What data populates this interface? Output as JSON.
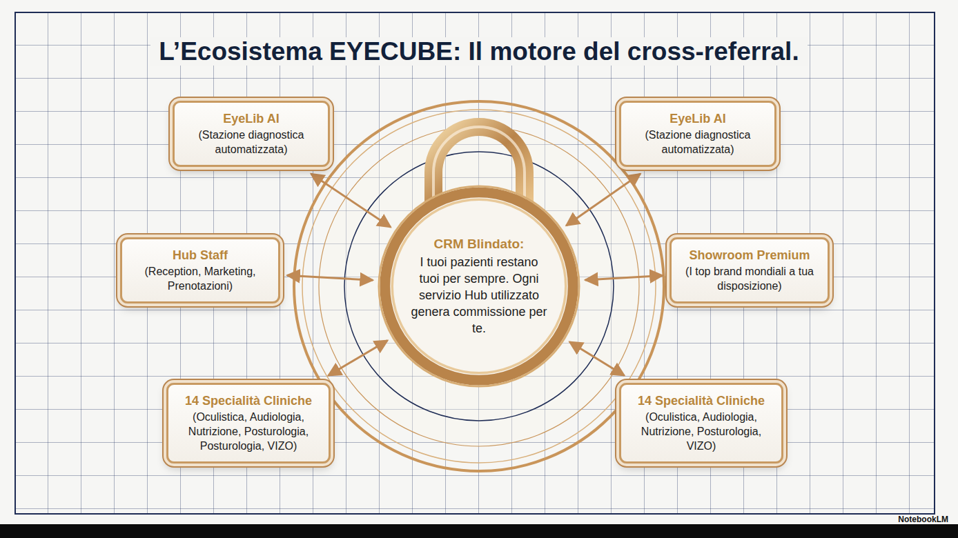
{
  "diagram": {
    "title": "L’Ecosistema EYECUBE: Il motore del cross-referral.",
    "nodes": [
      {
        "text": [
          "EyeLib AI",
          "(Stazione diagnostica automatizzata)"
        ]
      },
      {
        "text": [
          "EyeLib AI",
          "(Stazione diagnostica automatizzata)"
        ]
      },
      {
        "text": [
          "Hub Staff",
          "(Reception, Marketing, Prenotazioni)"
        ]
      },
      {
        "text": [
          "CRM Blindato:",
          "I tuoi pazienti restano tuoi per sempre. Ogni servizio Hub utilizzato genera commissione per te."
        ]
      },
      {
        "text": [
          "Showroom Premium",
          "(I top brand mondiali a tua disposizione)"
        ]
      },
      {
        "text": [
          "14 Specialità Cliniche",
          "(Oculistica, Audiologia, Nutrizione, Posturologia, Posturologia, VIZO)"
        ]
      },
      {
        "text": [
          "14 Specialità Cliniche",
          "(Oculistica, Audiologia, Nutrizione, Posturologia, VIZO)"
        ]
      }
    ],
    "edges": [
      {
        "from": 3,
        "to": 0,
        "arrow": "both"
      },
      {
        "from": 3,
        "to": 1,
        "arrow": "both"
      },
      {
        "from": 3,
        "to": 2,
        "arrow": "both"
      },
      {
        "from": 3,
        "to": 4,
        "arrow": "both"
      },
      {
        "from": 3,
        "to": 5,
        "arrow": "both"
      },
      {
        "from": 3,
        "to": 6,
        "arrow": "both"
      }
    ],
    "labels": [
      "NotebookLM"
    ]
  }
}
